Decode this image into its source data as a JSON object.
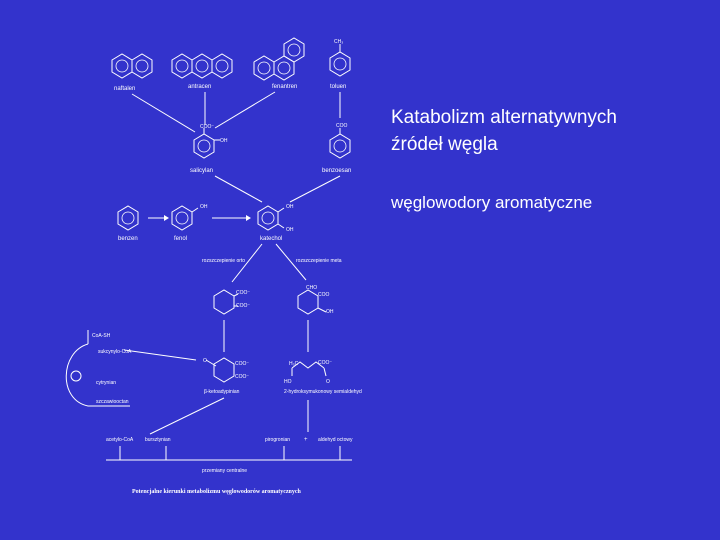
{
  "slide": {
    "title_line1": "Katabolizm alternatywnych",
    "title_line2": "źródeł węgla",
    "subtitle": "węglowodory aromatyczne"
  },
  "diagram": {
    "compounds": {
      "naftalen": "naftalen",
      "antracen": "antracen",
      "fenantren": "fenantren",
      "toluen": "toluen",
      "salicylan": "salicylan",
      "benzoesan": "benzoesan",
      "benzen": "benzen",
      "fenol": "fenol",
      "katechol": "katechol",
      "ortho_cleavage": "rozszczepienie orto",
      "meta_cleavage": "rozszczepienie meta",
      "ketoadypinian": "β-ketoadypinian",
      "semialdehyd": "2-hydroksymukonowy semialdehyd",
      "pirogronian": "pirogronian",
      "aldehyd_octowy": "aldehyd octowy",
      "acetylo_coa": "acetylo-CoA",
      "bursztynian": "bursztynian",
      "sukcynylo_coa": "sukcynylo-CoA",
      "cytrynian": "cytrynian",
      "szczawiooctan": "szczawiooctan",
      "coa_sh": "CoA-SH",
      "metabolizm_centralny": "przemiany centralne",
      "caption": "Potencjalne kierunki metabolizmu węglowodorów aromatycznych"
    },
    "groups": {
      "cooh": "COO⁻",
      "oh": "OH",
      "ch3": "CH₃",
      "cho": "CHO",
      "coo": "COO",
      "o": "O",
      "h3c": "H₃C",
      "ho": "HO"
    }
  }
}
